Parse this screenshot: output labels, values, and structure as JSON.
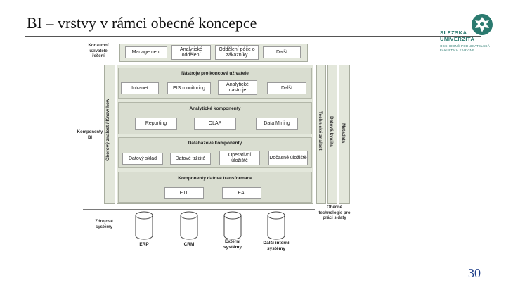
{
  "title": "BI – vrstvy v rámci obecné koncepce",
  "page_number": "30",
  "logo": {
    "icon": "university-emblem-icon",
    "name_line1": "SLEZSKÁ",
    "name_line2": "UNIVERZITA",
    "faculty_lines": [
      "OBCHODNĚ PODNIKATELSKÁ",
      "FAKULTA V KARVINÉ"
    ],
    "color": "#2a7a6f"
  },
  "diagram": {
    "left_labels": {
      "top": "Konzumní uživatelé řešení",
      "middle": "Komponenty BI",
      "bottom": "Zdrojové systémy"
    },
    "consumers": [
      "Management",
      "Analytické oddělení",
      "Oddělení péče o zákazníky",
      "Další"
    ],
    "knowhow_label": "Oborový znalost / Know how",
    "layers": [
      {
        "title": "Nástroje pro koncové uživatele",
        "items": [
          "Intranet",
          "EIS monitoring",
          "Analytické nástroje",
          "Další"
        ]
      },
      {
        "title": "Analytické komponenty",
        "items": [
          "Reporting",
          "OLAP",
          "Data Mining"
        ]
      },
      {
        "title": "Databázové komponenty",
        "items": [
          "Datový sklad",
          "Datové tržiště",
          "Operativní úložiště",
          "Dočasné úložiště"
        ]
      },
      {
        "title": "Komponenty datové transformace",
        "items": [
          "ETL",
          "EAI"
        ]
      }
    ],
    "vertical_bars": [
      "Technické znalosti",
      "Datová kvalita",
      "Metadata"
    ],
    "general_tech": "Obecné technologie pro práci s daty",
    "sources": [
      "ERP",
      "CRM",
      "Externí systémy",
      "Další interní systémy"
    ]
  }
}
